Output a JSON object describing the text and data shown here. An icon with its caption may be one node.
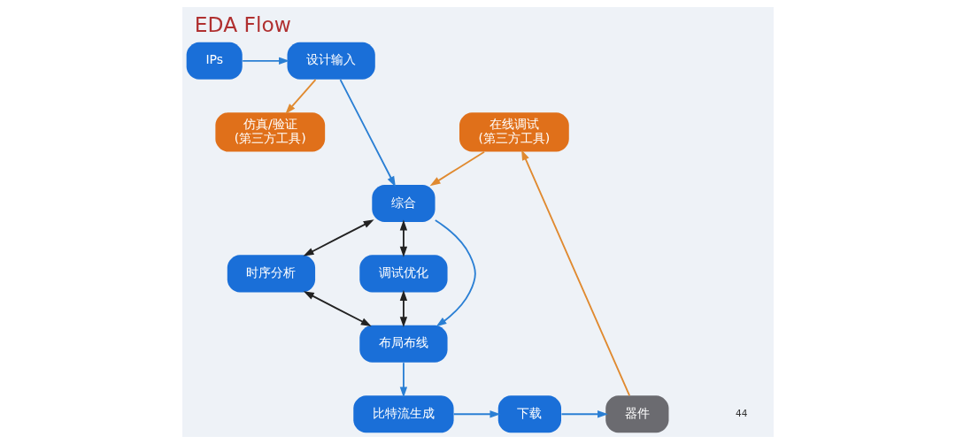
{
  "diagram": {
    "title": "EDA Flow",
    "nodes": [
      {
        "text": [
          "设计输入"
        ]
      },
      {
        "text": [
          "IPs"
        ]
      },
      {
        "text": [
          "仿真/验证",
          "(第三方工具)"
        ]
      },
      {
        "text": [
          "在线调试",
          "(第三方工具)"
        ]
      },
      {
        "text": [
          "综合"
        ]
      },
      {
        "text": [
          "时序分析"
        ]
      },
      {
        "text": [
          "调试优化"
        ]
      },
      {
        "text": [
          "布局布线"
        ]
      },
      {
        "text": [
          "比特流生成"
        ]
      },
      {
        "text": [
          "下载"
        ]
      },
      {
        "text": [
          "器件"
        ]
      }
    ],
    "edges": [
      {
        "from": 1,
        "to": 0,
        "arrow": "to"
      },
      {
        "from": 0,
        "to": 4,
        "arrow": "to"
      },
      {
        "from": 0,
        "to": 2,
        "arrow": "to",
        "color": "#e08a30"
      },
      {
        "from": 3,
        "to": 4,
        "arrow": "to",
        "color": "#e08a30"
      },
      {
        "from": 4,
        "to": 5,
        "arrow": "both",
        "color": "#222222"
      },
      {
        "from": 4,
        "to": 6,
        "arrow": "both",
        "color": "#222222"
      },
      {
        "from": 4,
        "to": 7,
        "arrow": "to"
      },
      {
        "from": 5,
        "to": 7,
        "arrow": "both",
        "color": "#222222"
      },
      {
        "from": 6,
        "to": 7,
        "arrow": "both",
        "color": "#222222"
      },
      {
        "from": 7,
        "to": 8,
        "arrow": "to"
      },
      {
        "from": 8,
        "to": 9,
        "arrow": "to"
      },
      {
        "from": 9,
        "to": 10,
        "arrow": "to"
      },
      {
        "from": 10,
        "to": 3,
        "arrow": "to",
        "color": "#e08a30"
      }
    ],
    "labels": [
      "44"
    ]
  }
}
